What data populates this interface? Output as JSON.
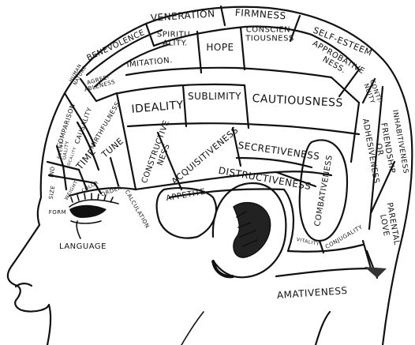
{
  "diagram": {
    "regions": [
      {
        "id": "veneration",
        "label": "VENERATION"
      },
      {
        "id": "firmness",
        "label": "FIRMNESS"
      },
      {
        "id": "benevolence",
        "label": "BENEVOLENCE"
      },
      {
        "id": "spirituality",
        "label": "SPIRITU-\nALITY."
      },
      {
        "id": "hope",
        "label": "HOPE"
      },
      {
        "id": "conscientiousness",
        "label": "CONSCIEN-\nTIOUSNESS"
      },
      {
        "id": "self-esteem",
        "label": "SELF-ESTEEM"
      },
      {
        "id": "approbativeness",
        "label": "APPROBATIVE\nNESS."
      },
      {
        "id": "continuity",
        "label": "CONTI-\nNUITY"
      },
      {
        "id": "human-nature",
        "label": "HUMAN\nNATURE"
      },
      {
        "id": "imitation",
        "label": "IMITATION."
      },
      {
        "id": "agreeableness",
        "label": "AGREE-\nABLENESS"
      },
      {
        "id": "comparison",
        "label": "COMPARISON"
      },
      {
        "id": "causality",
        "label": "CAUSALITY"
      },
      {
        "id": "mirthfulness",
        "label": "MIRTHFULNESS"
      },
      {
        "id": "ideality",
        "label": "IDEALITY"
      },
      {
        "id": "sublimity",
        "label": "SUBLIMITY"
      },
      {
        "id": "cautiousness",
        "label": "CAUTIOUSNESS"
      },
      {
        "id": "inhabitiveness",
        "label": "INHABITIVENESS"
      },
      {
        "id": "friendship",
        "label": "FRIENDSHIP\nOR\nADHESIVENESS"
      },
      {
        "id": "eventuality",
        "label": "EVENT-\nUALITY"
      },
      {
        "id": "individuality",
        "label": "IND"
      },
      {
        "id": "locality",
        "label": "LOCALITY"
      },
      {
        "id": "time",
        "label": "TIME"
      },
      {
        "id": "tune",
        "label": "TUNE"
      },
      {
        "id": "constructiveness",
        "label": "CONSTRUCTIVE\nNESS"
      },
      {
        "id": "acquisitiveness",
        "label": "ACQUISITIVENESS"
      },
      {
        "id": "secretiveness",
        "label": "SECRETIVENESS"
      },
      {
        "id": "distructiveness",
        "label": "DISTRUCTIVENESS"
      },
      {
        "id": "combativeness",
        "label": "COMBATIVENESS"
      },
      {
        "id": "parental-love",
        "label": "PARENTAL\nLOVE"
      },
      {
        "id": "size",
        "label": "SIZE"
      },
      {
        "id": "weight",
        "label": "WEIGHT"
      },
      {
        "id": "color",
        "label": "COLOR"
      },
      {
        "id": "order",
        "label": "ORDER"
      },
      {
        "id": "calculation",
        "label": "CALCULATION"
      },
      {
        "id": "form",
        "label": "FORM"
      },
      {
        "id": "appetite",
        "label": "APPETITE"
      },
      {
        "id": "vitality",
        "label": "VITALITY"
      },
      {
        "id": "conjugality",
        "label": "CONJUGALITY"
      },
      {
        "id": "language",
        "label": "LANGUAGE"
      },
      {
        "id": "amativeness",
        "label": "AMATIVENESS"
      }
    ]
  }
}
